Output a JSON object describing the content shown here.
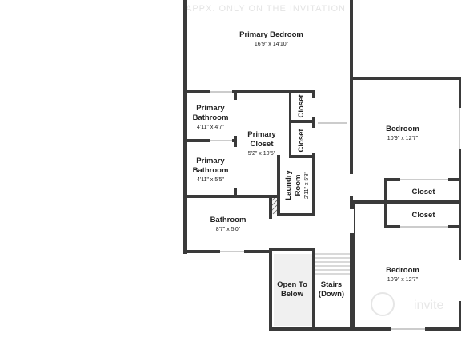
{
  "watermark": {
    "top_text": "APPX. ONLY ON THE INVITATION",
    "logo_text": "invite"
  },
  "rooms": {
    "primary_bedroom": {
      "name": "Primary Bedroom",
      "dim": "16'9\" x 14'10\""
    },
    "primary_bathroom_1": {
      "name_1": "Primary",
      "name_2": "Bathroom",
      "dim": "4'11\" x 4'7\""
    },
    "primary_bathroom_2": {
      "name_1": "Primary",
      "name_2": "Bathroom",
      "dim": "4'11\" x 5'5\""
    },
    "primary_closet": {
      "name_1": "Primary",
      "name_2": "Closet",
      "dim": "5'2\" x 10'5\""
    },
    "closet_a": {
      "name": "Closet"
    },
    "closet_b": {
      "name": "Closet"
    },
    "laundry_room": {
      "name_1": "Laundry",
      "name_2": "Room",
      "dim": "2'11\" x 5'8\""
    },
    "bathroom": {
      "name": "Bathroom",
      "dim": "8'7\" x 5'0\""
    },
    "open_to_below": {
      "name_1": "Open To",
      "name_2": "Below"
    },
    "stairs": {
      "name_1": "Stairs",
      "name_2": "(Down)"
    },
    "bedroom_1": {
      "name": "Bedroom",
      "dim": "10'9\" x 12'7\""
    },
    "closet_c": {
      "name": "Closet"
    },
    "closet_d": {
      "name": "Closet"
    },
    "bedroom_2": {
      "name": "Bedroom",
      "dim": "10'9\" x 12'7\""
    }
  }
}
